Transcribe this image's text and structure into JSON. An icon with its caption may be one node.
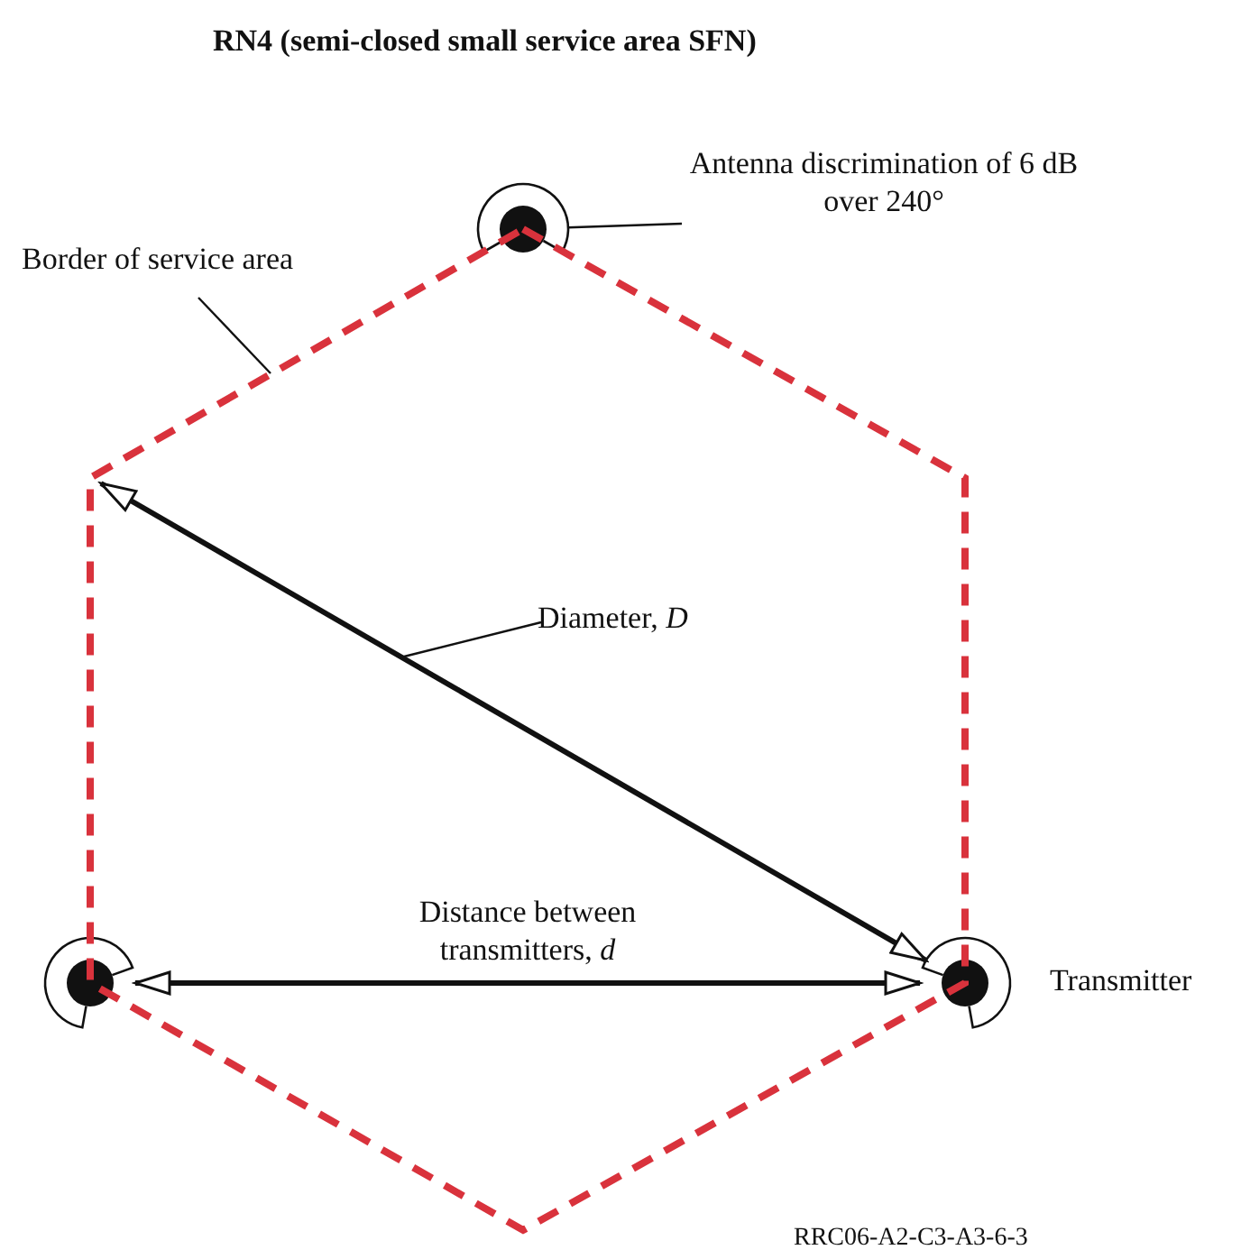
{
  "diagram": {
    "title": "RN4 (semi-closed small service area SFN)",
    "nodes": [
      {
        "text": [
          "Antenna discrimination of 6 dB over 240°"
        ]
      },
      {
        "text": [],
        "shape": "circle"
      },
      {
        "text": [],
        "shape": "circle"
      },
      {
        "text": [],
        "shape": "circle",
        "beside": [
          "Transmitter"
        ]
      },
      {
        "text": [
          "Border of service area"
        ]
      },
      {
        "text": [],
        "shape": "hexagon"
      },
      {
        "text": [
          "Diameter, *D*"
        ],
        "in": 5
      }
    ],
    "edges": [
      {
        "from": 0,
        "to": 1,
        "arrow": "none"
      },
      {
        "from": 4,
        "to": 5,
        "arrow": "none"
      },
      {
        "from": 6,
        "to": null,
        "arrow": "none"
      },
      {
        "from": 5,
        "to": 3,
        "arrow": "both",
        "style": "thick"
      },
      {
        "from": 2,
        "to": 3,
        "arrow": "both",
        "style": "thick",
        "label": "Distance between transmitters, *d*"
      }
    ],
    "labels": [
      "RRC06-A2-C3-A3-6-3"
    ]
  }
}
